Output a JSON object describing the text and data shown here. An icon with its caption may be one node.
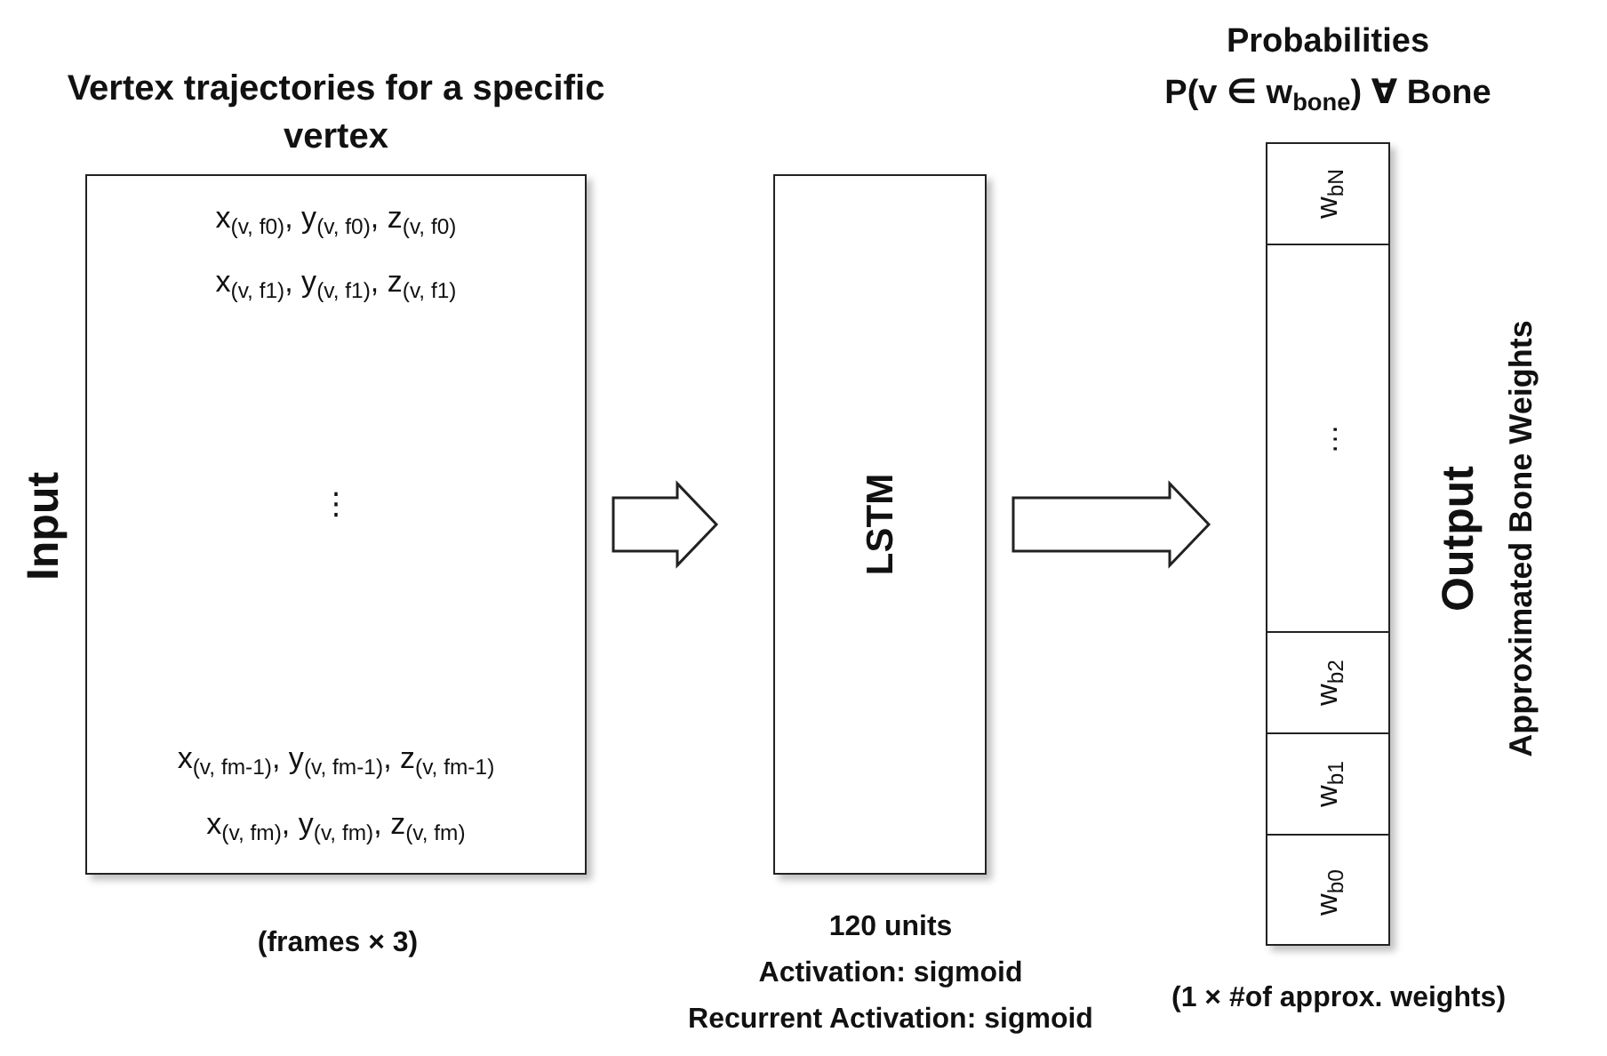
{
  "diagram": {
    "nodes": [
      {
        "text": [
          "Vertex trajectories for a specific vertex",
          "x$_{(v, f0)}$, y$_{(v, f0)}$, z$_{(v, f0)}$",
          "x$_{(v, f1)}$, y$_{(v, f1)}$, z$_{(v, f1)}$",
          "⋮",
          "x$_{(v, fm-1)}$, y$_{(v, fm-1)}$, z$_{(v, fm-1)}$",
          "x$_{(v, fm)}$, y$_{(v, fm)}$, z$_{(v, fm)}$"
        ],
        "beside": [
          "Input",
          "(frames × 3)"
        ]
      },
      {
        "text": [
          "LSTM"
        ],
        "beside": [
          "120 units",
          "Activation: sigmoid",
          "Recurrent Activation: sigmoid"
        ]
      },
      {
        "text": [
          "Probabilities",
          "P(v ∈ w$_{bone}$) ∀ Bone"
        ],
        "beside": [
          "Output",
          "Approximated Bone Weights",
          "(1 × #of approx. weights)"
        ]
      },
      {
        "text": [
          "w$_{bN}$"
        ],
        "in": 2
      },
      {
        "text": [
          "…"
        ],
        "in": 2
      },
      {
        "text": [
          "w$_{b2}$"
        ],
        "in": 2
      },
      {
        "text": [
          "w$_{b1}$"
        ],
        "in": 2
      },
      {
        "text": [
          "w$_{b0}$"
        ],
        "in": 2
      }
    ],
    "edges": [
      {
        "from": 0,
        "to": 1,
        "arrow": "to"
      },
      {
        "from": 1,
        "to": 2,
        "arrow": "to"
      }
    ]
  }
}
